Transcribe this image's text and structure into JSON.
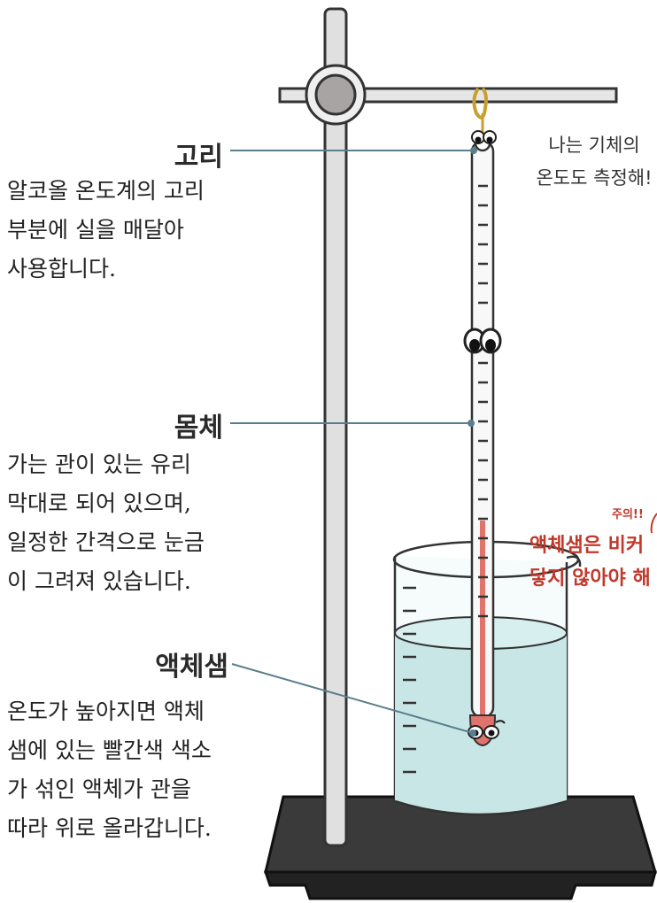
{
  "parts": [
    {
      "key": "hook",
      "title": "고리",
      "description_lines": [
        "알코올 온도계의 고리",
        "부분에 실을 매달아",
        "사용합니다."
      ]
    },
    {
      "key": "body",
      "title": "몸체",
      "description_lines": [
        "가는 관이 있는 유리",
        "막대로 되어 있으며,",
        "일정한 간격으로 눈금",
        "이 그려져 있습니다."
      ]
    },
    {
      "key": "bulb",
      "title": "액체샘",
      "description_lines": [
        "온도가 높아지면 액체",
        "샘에 있는 빨간색 색소",
        "가 섞인 액체가 관을",
        "따라 위로 올라갑니다."
      ]
    }
  ],
  "speech_bubble": {
    "lines": [
      "나는 기체의",
      "온도도 측정해!"
    ]
  },
  "warning": {
    "tag": "주의!!",
    "lines": [
      "액체샘은 비커",
      "닿지 않아야 해"
    ]
  },
  "colors": {
    "liquid_red": "#e0736b",
    "water": "#c8e6e6",
    "stand_base": "#2b2b2b",
    "leader_line": "#5a7f8c",
    "warning_text": "#c0392b"
  }
}
